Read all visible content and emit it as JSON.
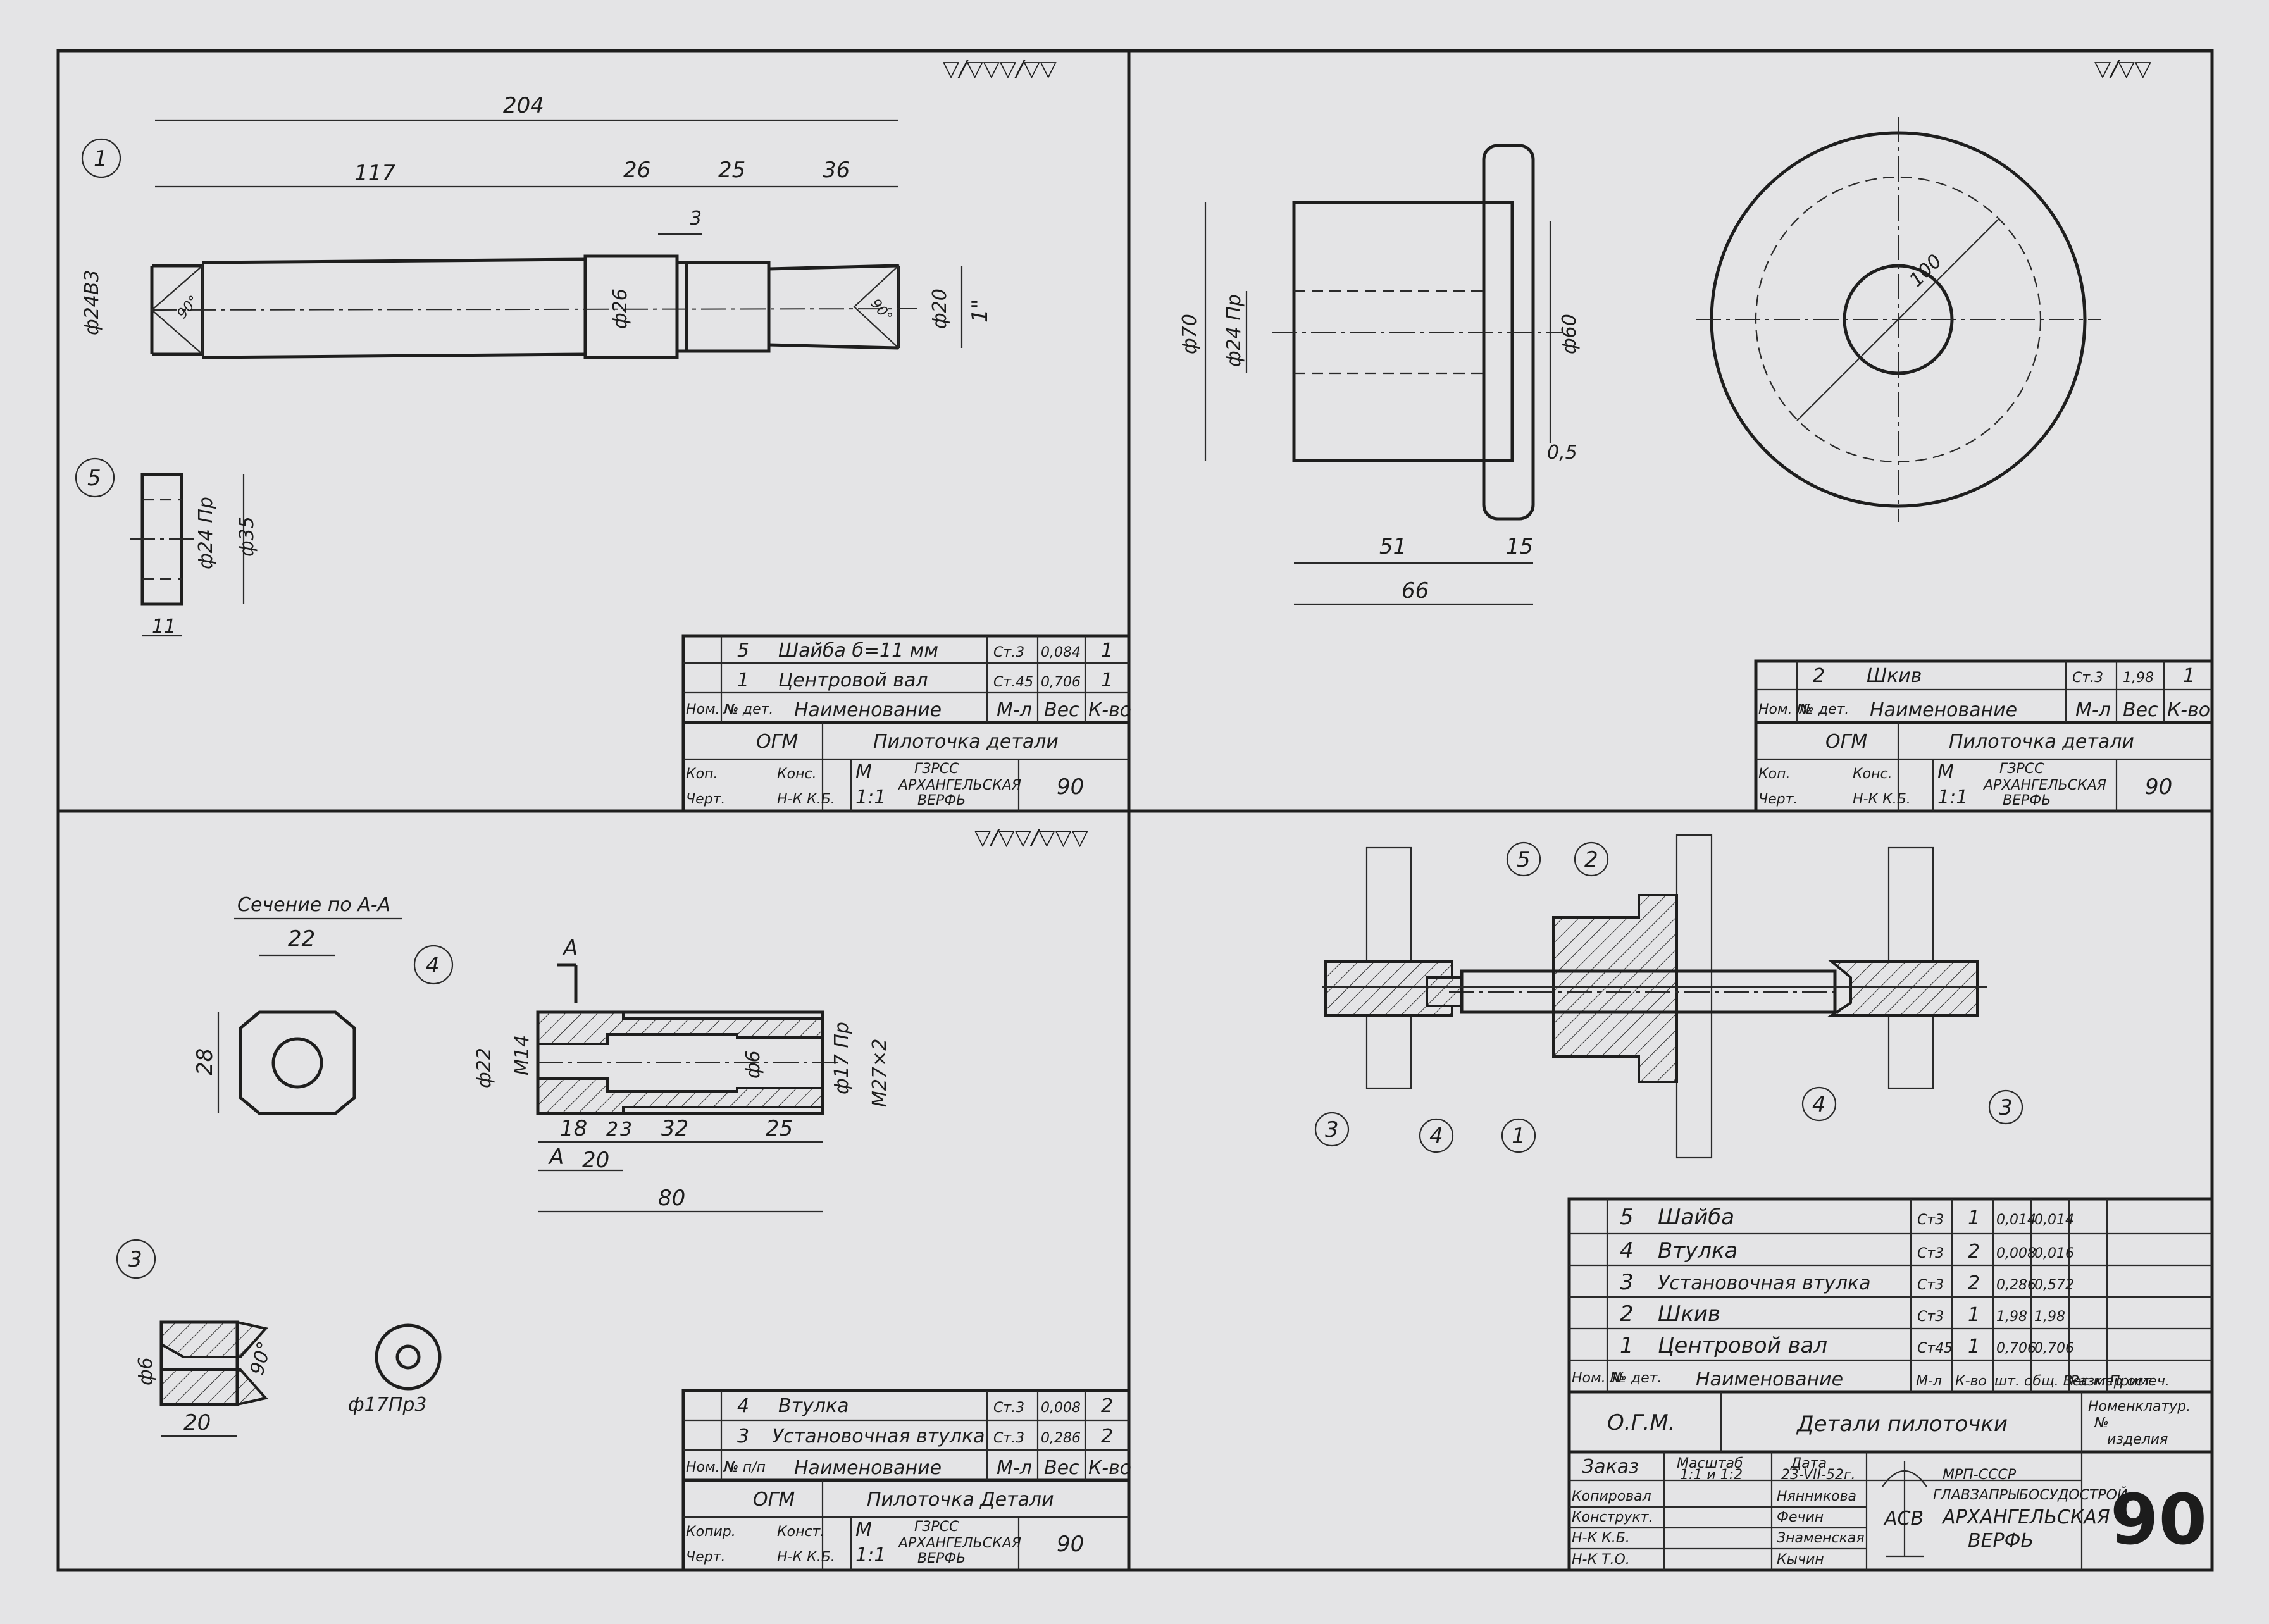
{
  "sheet_number": "90",
  "roughness": {
    "part1": "▽/▽▽▽/▽▽",
    "part2": "▽/▽▽",
    "part34": "▽/▽▽/▽▽▽"
  },
  "part1": {
    "num": "1",
    "dims": {
      "total": "204",
      "d117": "117",
      "d26": "26",
      "d25": "25",
      "d36": "36",
      "d3": "3",
      "dia_left": "ф24В3",
      "angle_l": "90°",
      "dia26": "ф26",
      "angle_r": "90°",
      "dia20": "ф20",
      "inch": "1\""
    }
  },
  "part5": {
    "num": "5",
    "dims": {
      "inner": "ф24 Пр",
      "outer": "ф35",
      "width": "11"
    }
  },
  "part2": {
    "dims": {
      "d70": "ф70",
      "d24": "ф24 Пр",
      "d60": "ф60",
      "d05": "0,5",
      "d51": "51",
      "d15": "15",
      "d66": "66",
      "d100": "100"
    }
  },
  "part4": {
    "num": "4",
    "section_label": "Сечение по А-А",
    "sec_label": "А",
    "dims": {
      "s22": "22",
      "s28": "28",
      "d22": "ф22",
      "m14": "М14",
      "d6": "ф6",
      "d17": "ф17 Пр",
      "thread": "М27×2",
      "l18": "18",
      "l2": "2",
      "l3": "3",
      "l32": "32",
      "l25": "25",
      "l20": "20",
      "l80": "80"
    }
  },
  "part3": {
    "num": "3",
    "dims": {
      "d6": "ф6",
      "angle": "90°",
      "len": "20",
      "d17": "ф17Пр3"
    }
  },
  "assembly_balloons": [
    "5",
    "2",
    "3",
    "4",
    "1",
    "4",
    "3"
  ],
  "table_tl": {
    "rows": [
      {
        "pos": "5",
        "name": "Шайба  б=11 мм",
        "mat": "Ст.3",
        "weight": "0,084",
        "qty": "1"
      },
      {
        "pos": "1",
        "name": "Центровой вал",
        "mat": "Ст.45",
        "weight": "0,706",
        "qty": "1"
      }
    ],
    "header": {
      "nom": "Ном. №",
      "det": "№ дет.",
      "name": "Наименование",
      "mat": "М-л",
      "weight": "Вес",
      "qty": "К-во"
    },
    "ogm": "ОГМ",
    "title": "Пилоточка детали",
    "kop": "Коп.",
    "chert": "Черт.",
    "kons": "Конс.",
    "nk": "Н-К К.Б.",
    "scale_label": "М",
    "scale": "1:1",
    "org1": "ГЗРСС",
    "org2": "АРХАНГЕЛЬСКАЯ",
    "org3": "ВЕРФЬ",
    "num": "90"
  },
  "table_tr": {
    "rows": [
      {
        "pos": "2",
        "name": "Шкив",
        "mat": "Ст.3",
        "weight": "1,98",
        "qty": "1"
      }
    ],
    "header": {
      "nom": "Ном. №",
      "det": "№ дет.",
      "name": "Наименование",
      "mat": "М-л",
      "weight": "Вес",
      "qty": "К-во"
    },
    "ogm": "ОГМ",
    "title": "Пилоточка детали",
    "kop": "Коп.",
    "chert": "Черт.",
    "kons": "Конс.",
    "nk": "Н-К К.Б.",
    "scale_label": "М",
    "scale": "1:1",
    "org1": "ГЗРСС",
    "org2": "АРХАНГЕЛЬСКАЯ",
    "org3": "ВЕРФЬ",
    "num": "90"
  },
  "table_bl": {
    "rows": [
      {
        "pos": "4",
        "name": "Втулка",
        "mat": "Ст.3",
        "weight": "0,008",
        "qty": "2"
      },
      {
        "pos": "3",
        "name": "Установочная втулка",
        "mat": "Ст.3",
        "weight": "0,286",
        "qty": "2"
      }
    ],
    "header": {
      "nom": "Ном. №",
      "det": "№ п/п",
      "name": "Наименование",
      "mat": "М-л",
      "weight": "Вес",
      "qty": "К-во"
    },
    "ogm": "ОГМ",
    "title": "Пилоточка Детали",
    "kop": "Копир.",
    "chert": "Черт.",
    "kons": "Конст.",
    "nk": "Н-К К.Б.",
    "scale_label": "М",
    "scale": "1:1",
    "org1": "ГЗРСС",
    "org2": "АРХАНГЕЛЬСКАЯ",
    "org3": "ВЕРФЬ",
    "num": "90"
  },
  "table_main": {
    "rows": [
      {
        "pos": "5",
        "name": "Шайба",
        "mat": "Ст3",
        "qty": "1",
        "w1": "0,014",
        "w2": "0,014"
      },
      {
        "pos": "4",
        "name": "Втулка",
        "mat": "Ст3",
        "qty": "2",
        "w1": "0,008",
        "w2": "0,016"
      },
      {
        "pos": "3",
        "name": "Установочная втулка",
        "mat": "Ст3",
        "qty": "2",
        "w1": "0,286",
        "w2": "0,572"
      },
      {
        "pos": "2",
        "name": "Шкив",
        "mat": "Ст3",
        "qty": "1",
        "w1": "1,98",
        "w2": "1,98"
      },
      {
        "pos": "1",
        "name": "Центровой вал",
        "mat": "Ст45",
        "qty": "1",
        "w1": "0,706",
        "w2": "0,706"
      }
    ],
    "header": {
      "nom": "Ном. №",
      "det": "№ дет.",
      "name": "Наименование",
      "mat": "М-л",
      "qty": "К-во",
      "w": "шт. общ. Вес кг.",
      "size": "Размер ост.",
      "note": "Примеч."
    },
    "ogm": "О.Г.М.",
    "title": "Детали пилоточки",
    "nomenkl": "Номенклатур.",
    "izd_no": "№",
    "izdelie": "изделия",
    "zakaz": "Заказ",
    "masshtab": "Масштаб",
    "masshtab_val": "1:1 и 1:2",
    "data": "Дата",
    "data_val": "23-VII-52г.",
    "roles": [
      "Копировал",
      "Конструкт.",
      "Н-К К.Б.",
      "Н-К Т.О."
    ],
    "names": [
      "Нянникова",
      "Фечин",
      "Знаменская",
      "Кычин"
    ],
    "org_ministry": "МРП-СССР",
    "org_main": "ГЛАВЗАПРЫБОСУДОСТРОЙ",
    "org_name": "АРХАНГЕЛЬСКАЯ",
    "org_sub": "ВЕРФЬ",
    "logo": "АСВ",
    "sheet": "90"
  }
}
